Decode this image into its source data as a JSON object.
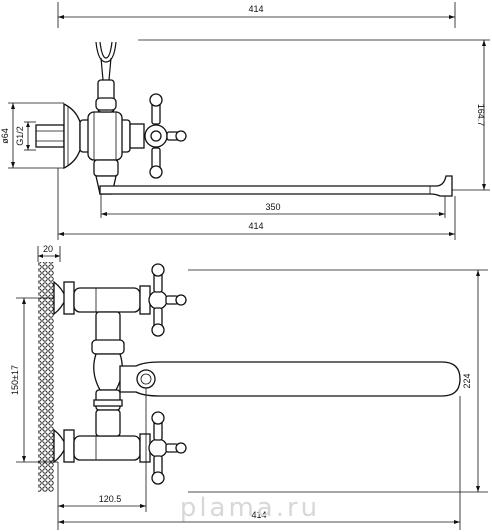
{
  "dimensions": {
    "top_total_width": "414",
    "height_side": "164.7",
    "spout_length": "350",
    "top_bottom_width": "414",
    "flange_diameter": "ø64",
    "thread": "G1/2",
    "wall_depth": "20",
    "centers": "150±17",
    "front_height": "224",
    "center_offset": "120.5",
    "front_total_width": "414"
  },
  "watermark": "plama.ru"
}
